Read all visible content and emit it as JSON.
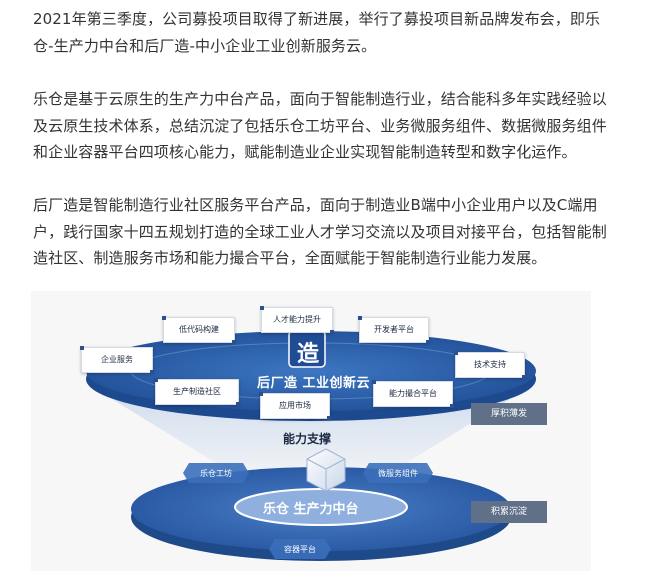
{
  "article": {
    "paragraphs": [
      "2021年第三季度，公司募投项目取得了新进展，举行了募投项目新品牌发布会，即乐仓-生产力中台和后厂造-中小企业工业创新服务云。",
      "乐仓是基于云原生的生产力中台产品，面向于智能制造行业，结合能科多年实践经验以及云原生技术体系，总结沉淀了包括乐仓工坊平台、业务微服务组件、数据微服务组件和企业容器平台四项核心能力，赋能制造业企业实现智能制造转型和数字化运作。",
      "后厂造是智能制造行业社区服务平台产品，面向于制造业B端中小企业用户以及C端用户，践行国家十四五规划打造的全球工业人才学习交流以及项目对接平台，包括智能制造社区、制造服务市场和能力撮合平台，全面赋能于智能制造行业能力发展。"
    ]
  },
  "figure": {
    "upper_platform": {
      "logo_char": "造",
      "title": "后厂造  工业创新云",
      "boxes": {
        "talent": "人才能力提升",
        "lowcode": "低代码构建",
        "developer": "开发者平台",
        "enterprise": "企业服务",
        "tech": "技术支持",
        "community": "生产制造社区",
        "matching": "能力撮合平台",
        "market": "应用市场"
      }
    },
    "support_label": "能力支撑",
    "lower_platform": {
      "title": "乐仓  生产力中台",
      "components": {
        "workshop": "乐仓工坊",
        "microservice": "微服务组件",
        "container": "容器平台"
      }
    },
    "side_labels": {
      "top": "厚积薄发",
      "bottom": "积累沉淀"
    },
    "colors": {
      "platform_blue": "#2f64b0",
      "platform_dark": "#1f4c94",
      "side_label_bg": "#5f7088"
    }
  }
}
